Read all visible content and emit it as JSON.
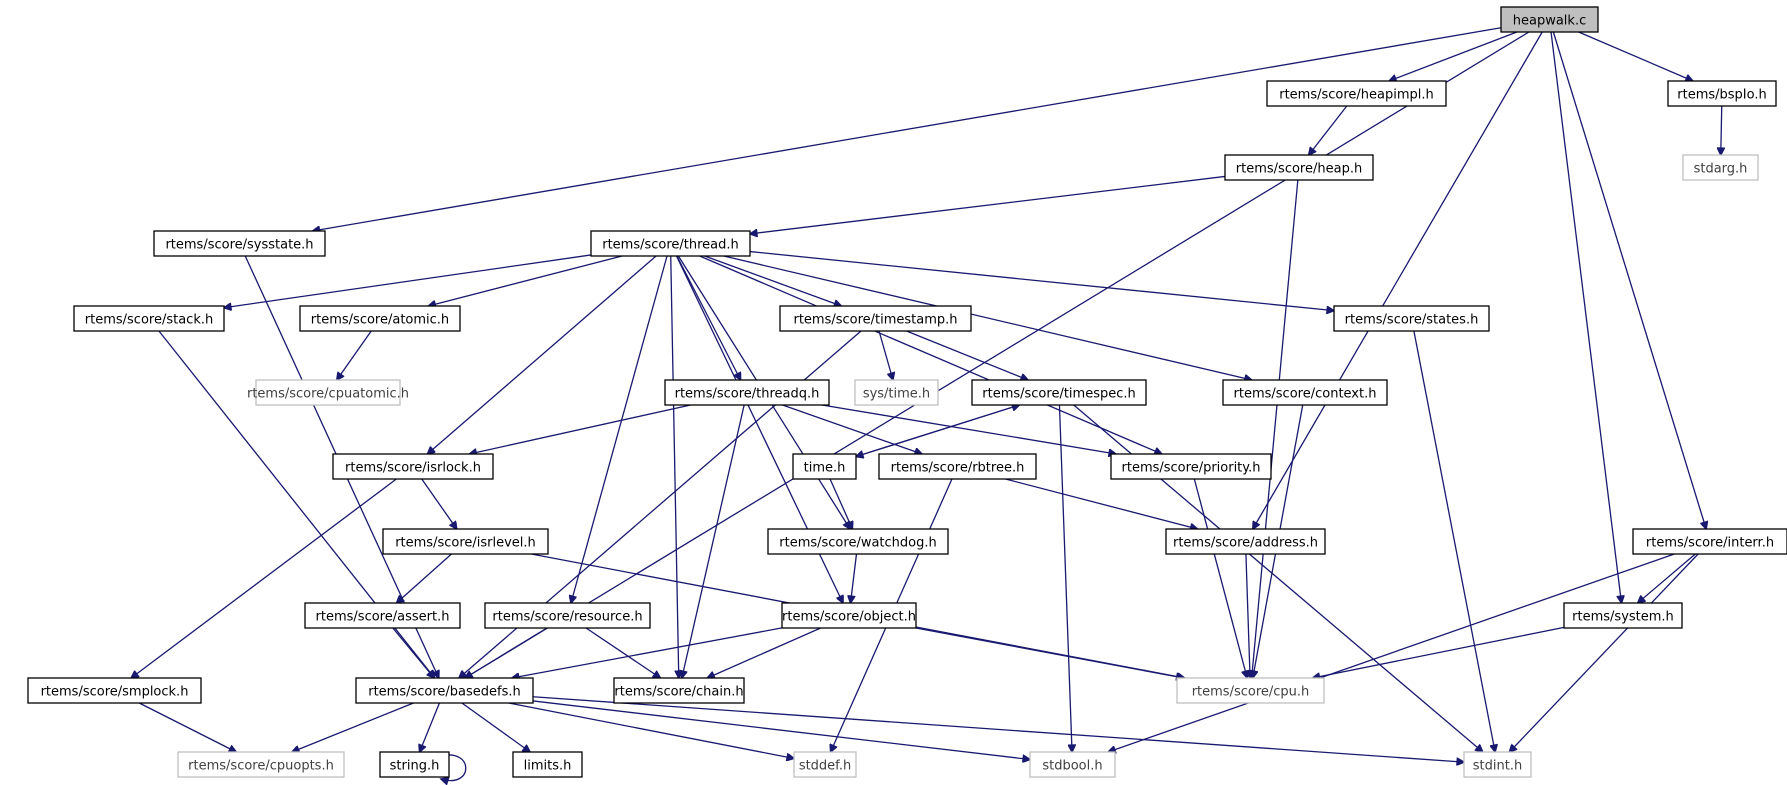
{
  "title": "heapwalk.c include dependency graph",
  "colors": {
    "edge": "#191970",
    "root_fill": "#bfbfbf",
    "node_border": "#000000",
    "external_border": "#bfbfbf"
  },
  "nodes": [
    {
      "id": "heapwalk",
      "label": "heapwalk.c",
      "kind": "root"
    },
    {
      "id": "heapimpl",
      "label": "rtems/score/heapimpl.h",
      "kind": "normal"
    },
    {
      "id": "bspio",
      "label": "rtems/bspIo.h",
      "kind": "normal"
    },
    {
      "id": "stdarg",
      "label": "stdarg.h",
      "kind": "external"
    },
    {
      "id": "heap",
      "label": "rtems/score/heap.h",
      "kind": "normal"
    },
    {
      "id": "sysstate",
      "label": "rtems/score/sysstate.h",
      "kind": "normal"
    },
    {
      "id": "thread",
      "label": "rtems/score/thread.h",
      "kind": "normal"
    },
    {
      "id": "stack",
      "label": "rtems/score/stack.h",
      "kind": "normal"
    },
    {
      "id": "atomic",
      "label": "rtems/score/atomic.h",
      "kind": "normal"
    },
    {
      "id": "timestamp",
      "label": "rtems/score/timestamp.h",
      "kind": "normal"
    },
    {
      "id": "states",
      "label": "rtems/score/states.h",
      "kind": "normal"
    },
    {
      "id": "cpuatomic",
      "label": "rtems/score/cpuatomic.h",
      "kind": "external"
    },
    {
      "id": "threadq",
      "label": "rtems/score/threadq.h",
      "kind": "normal"
    },
    {
      "id": "systime",
      "label": "sys/time.h",
      "kind": "external"
    },
    {
      "id": "timespec",
      "label": "rtems/score/timespec.h",
      "kind": "normal"
    },
    {
      "id": "context",
      "label": "rtems/score/context.h",
      "kind": "normal"
    },
    {
      "id": "isrlock",
      "label": "rtems/score/isrlock.h",
      "kind": "normal"
    },
    {
      "id": "timeh",
      "label": "time.h",
      "kind": "normal"
    },
    {
      "id": "rbtree",
      "label": "rtems/score/rbtree.h",
      "kind": "normal"
    },
    {
      "id": "priority",
      "label": "rtems/score/priority.h",
      "kind": "normal"
    },
    {
      "id": "isrlevel",
      "label": "rtems/score/isrlevel.h",
      "kind": "normal"
    },
    {
      "id": "watchdog",
      "label": "rtems/score/watchdog.h",
      "kind": "normal"
    },
    {
      "id": "address",
      "label": "rtems/score/address.h",
      "kind": "normal"
    },
    {
      "id": "interr",
      "label": "rtems/score/interr.h",
      "kind": "normal"
    },
    {
      "id": "assert",
      "label": "rtems/score/assert.h",
      "kind": "normal"
    },
    {
      "id": "resource",
      "label": "rtems/score/resource.h",
      "kind": "normal"
    },
    {
      "id": "object",
      "label": "rtems/score/object.h",
      "kind": "normal"
    },
    {
      "id": "system",
      "label": "rtems/system.h",
      "kind": "normal"
    },
    {
      "id": "smplock",
      "label": "rtems/score/smplock.h",
      "kind": "normal"
    },
    {
      "id": "basedefs",
      "label": "rtems/score/basedefs.h",
      "kind": "normal"
    },
    {
      "id": "chain",
      "label": "rtems/score/chain.h",
      "kind": "normal"
    },
    {
      "id": "cpu",
      "label": "rtems/score/cpu.h",
      "kind": "external"
    },
    {
      "id": "cpuopts",
      "label": "rtems/score/cpuopts.h",
      "kind": "external"
    },
    {
      "id": "string",
      "label": "string.h",
      "kind": "normal"
    },
    {
      "id": "limits",
      "label": "limits.h",
      "kind": "normal"
    },
    {
      "id": "stddef",
      "label": "stddef.h",
      "kind": "external"
    },
    {
      "id": "stdbool",
      "label": "stdbool.h",
      "kind": "external"
    },
    {
      "id": "stdint",
      "label": "stdint.h",
      "kind": "external"
    }
  ],
  "edges": [
    [
      "heapwalk",
      "heapimpl"
    ],
    [
      "heapwalk",
      "bspio"
    ],
    [
      "heapwalk",
      "sysstate"
    ],
    [
      "heapwalk",
      "address"
    ],
    [
      "heapwalk",
      "system"
    ],
    [
      "heapwalk",
      "interr"
    ],
    [
      "heapwalk",
      "basedefs"
    ],
    [
      "bspio",
      "stdarg"
    ],
    [
      "heapimpl",
      "heap"
    ],
    [
      "heap",
      "thread"
    ],
    [
      "heap",
      "cpu"
    ],
    [
      "sysstate",
      "basedefs"
    ],
    [
      "thread",
      "stack"
    ],
    [
      "thread",
      "atomic"
    ],
    [
      "thread",
      "timestamp"
    ],
    [
      "thread",
      "states"
    ],
    [
      "thread",
      "threadq"
    ],
    [
      "thread",
      "context"
    ],
    [
      "thread",
      "isrlock"
    ],
    [
      "thread",
      "priority"
    ],
    [
      "thread",
      "watchdog"
    ],
    [
      "thread",
      "resource"
    ],
    [
      "thread",
      "object"
    ],
    [
      "thread",
      "chain"
    ],
    [
      "stack",
      "basedefs"
    ],
    [
      "atomic",
      "cpuatomic"
    ],
    [
      "timestamp",
      "systime"
    ],
    [
      "timestamp",
      "timespec"
    ],
    [
      "timestamp",
      "basedefs"
    ],
    [
      "states",
      "stdint"
    ],
    [
      "context",
      "cpu"
    ],
    [
      "threadq",
      "isrlock"
    ],
    [
      "threadq",
      "rbtree"
    ],
    [
      "threadq",
      "priority"
    ],
    [
      "threadq",
      "chain"
    ],
    [
      "timespec",
      "timeh"
    ],
    [
      "timespec",
      "stdbool"
    ],
    [
      "timespec",
      "stdint"
    ],
    [
      "timeh",
      "timespec"
    ],
    [
      "timeh",
      "watchdog"
    ],
    [
      "rbtree",
      "address"
    ],
    [
      "rbtree",
      "stddef"
    ],
    [
      "priority",
      "cpu"
    ],
    [
      "isrlock",
      "isrlevel"
    ],
    [
      "isrlock",
      "smplock"
    ],
    [
      "isrlevel",
      "assert"
    ],
    [
      "isrlevel",
      "cpu"
    ],
    [
      "watchdog",
      "object"
    ],
    [
      "address",
      "cpu"
    ],
    [
      "interr",
      "system"
    ],
    [
      "interr",
      "stdbool"
    ],
    [
      "interr",
      "stdint"
    ],
    [
      "assert",
      "basedefs"
    ],
    [
      "resource",
      "basedefs"
    ],
    [
      "resource",
      "chain"
    ],
    [
      "object",
      "basedefs"
    ],
    [
      "object",
      "chain"
    ],
    [
      "object",
      "cpu"
    ],
    [
      "system",
      "cpu"
    ],
    [
      "smplock",
      "cpuopts"
    ],
    [
      "basedefs",
      "cpuopts"
    ],
    [
      "basedefs",
      "string"
    ],
    [
      "basedefs",
      "limits"
    ],
    [
      "basedefs",
      "stddef"
    ],
    [
      "basedefs",
      "stdbool"
    ],
    [
      "basedefs",
      "stdint"
    ],
    [
      "string",
      "string"
    ]
  ]
}
